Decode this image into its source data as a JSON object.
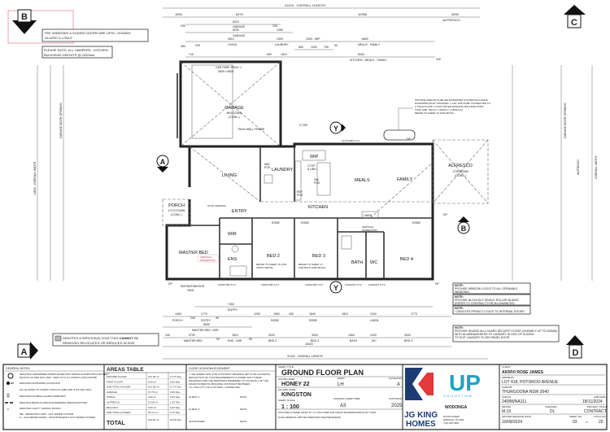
{
  "top_notes": {
    "windows": [
      "FEE WINDOWS & SLIDING DOORS ARE UPVC, DOUBLE",
      "GLAZED & LOW-E"
    ],
    "hampers": [
      "PLEASE NOTE: ALL HAMPERS - KITCHEN",
      "BULKHEAD HEIGHTS @ 2310mm"
    ]
  },
  "markers": {
    "a": "A",
    "b": "B",
    "c": "C",
    "d": "D",
    "y": "Y"
  },
  "dims_top": {
    "overall": "21420 - OVERALL LENGTH",
    "r1": [
      "1600",
      "6470",
      "10350",
      "3000"
    ],
    "alfresco": "ALFRESCO",
    "r2": [
      "230",
      "6010",
      "230"
    ],
    "garage": "GARAGE",
    "r3": [
      "6035",
      "1080"
    ],
    "r4": [
      "360",
      "240",
      "4510",
      "2300",
      "2400 - WIP",
      "6600"
    ],
    "r4_labels": [
      "LIVING",
      "LAUNDRY",
      "MEALS - FAMILY"
    ],
    "r5": [
      "650",
      "1000",
      "750",
      "90"
    ],
    "r6": [
      "710",
      "600",
      "1510",
      "8440",
      "240"
    ],
    "kmf": "KITCHEN - MEALS - FAMILY"
  },
  "dims_bottom": {
    "r1": "7450",
    "entry": "ENTRY",
    "r2": [
      "1960",
      "240",
      "1770",
      "90",
      "1030",
      "1560",
      "450",
      "1840",
      "1810",
      "1200",
      "1770"
    ],
    "r2_labels": [
      "PORCH",
      "ENTRY",
      "ROBE",
      "ROBE",
      "LINEN"
    ],
    "r3": "5630",
    "r3_label": "MASTER BED / WIR",
    "r4": [
      "240",
      "3730",
      "90",
      "1810",
      "90",
      "3000",
      "3000",
      "1660",
      "1200",
      "3000"
    ],
    "r4_labels": [
      "MASTER BED",
      "ENS - WIR",
      "BED 2",
      "BED 3",
      "BATH",
      "WC",
      "BED 4"
    ],
    "r5": "18420",
    "overall": "21420 - OVERALL LENGTH"
  },
  "side_labels": {
    "left_door": "GARAGE DOOR OPENING",
    "left_width": "14800 - OVERALL WIDTH",
    "right_door": "GARAGE DOOR OPENING",
    "right_width": "OVERALL WIDTH",
    "right_alfresco": "ALFRESCO"
  },
  "rooms": {
    "garage": {
      "name": "GARAGE",
      "sub": [
        "86.5 DOWN",
        "(CONC.)"
      ],
      "car": [
        "CAR PARK PROV. 1",
        "3500 x 6500"
      ],
      "frame": "75mm WALL FRAME"
    },
    "living": "LIVING",
    "laundry": "LAUNDRY",
    "wm": [
      "WM",
      "POS"
    ],
    "wip": "WIP",
    "ctop": [
      "CTOP",
      "& UBO"
    ],
    "dw": [
      "DW",
      "POS"
    ],
    "ref": [
      "REF",
      "POS"
    ],
    "meals": "MEALS",
    "family": "FAMILY",
    "alfresco": {
      "name": "ALFRESCO",
      "sub": [
        "1725 DOWN",
        "(CONC.)"
      ]
    },
    "kitchen": "KITCHEN",
    "entry": "ENTRY",
    "stud": "STUD OPENING",
    "porch": {
      "name": "PORCH",
      "sub": [
        "172.5 DOWN",
        "(CONC.)"
      ]
    },
    "master": "MASTER BED",
    "wir": "WIR",
    "ens": "ENS",
    "bed2": "BED 2",
    "bed3": "BED 3",
    "bath": "BATH",
    "wc": "WC",
    "bed4": "BED 4",
    "robe": "ROBE",
    "linen": "LINEN",
    "waterstop": [
      "VERTICAL",
      "WATERSTOP"
    ],
    "bed2_note": [
      "REFER TO SHEET 15 FOR",
      "INSITU DETAIL"
    ],
    "bed3_note": [
      "REFER TO SHEET 17",
      "FOR BATH HOB DETAIL"
    ],
    "hws": [
      "INSTANTANEOUS",
      "HWS"
    ],
    "gtap": "G TAP",
    "dp": "DP",
    "window_codes": [
      "1437x2050 S-T1",
      "1029x1450 S-T1",
      "1209x1450 S-T1",
      "1209x1450 S-T1",
      "1029x610 S-T2",
      "1029x610 S-T2"
    ]
  },
  "rainwater_note": [
    "PROVIDE 2000LTR SLIMLINE RAINWATER SYSTEM INCLUDING",
    "DOWNPIPE INLET STRAINER, 1 TAP, AND PUMP CONNECTED TO",
    "2 TOILETS AND 1 COLD WATER WASHING MACHINE POINT.",
    "TANK SIZE: 600mm x 2000mm x 1860mmH",
    "REFER TO SHEET 16 FOR DETAIL"
  ],
  "right_notes": [
    {
      "title": "NOTE:",
      "lines": [
        "PROVIDE WINDOW LOCKS TO ALL OPENABLE",
        "WINDOWS"
      ]
    },
    {
      "title": "NOTE:",
      "lines": [
        "PROVIDE BLOCKOUT SINGLE ROLLER BLINDS",
        "(REFER TO CONTRACT FOR ALLOWANCES)"
      ]
    },
    {
      "title": "NOTE:",
      "lines": [
        "* DENOTES PRIVACY LOCKS TO INTERNAL DOORS"
      ]
    },
    {
      "title": "NOTE:",
      "lines": [
        "PROVIDE HINGED ALU-GUARD SECURITY DOOR (2040MM X UP TO 920MM)",
        "WITH ALUMINIUM MESH TO LAUNDRY IN LIEU OF SLIDING",
        "TO SUIT LAUNDRY FLUSH PANEL DOOR"
      ]
    }
  ],
  "void_note": {
    "lines": [
      "DENOTES A SERVICE(S) VOID THAT ",
      "REMOVED RELOCATED OR REDUCED IN SIZE"
    ],
    "bold": "CANNOT",
    "tail": " BE"
  },
  "general_notes": {
    "title": "GENERAL NOTES",
    "items": [
      [
        "DENOTES HARDWIRED INTERCONNECTED SMOKE ALARMS WITH BATTERY",
        "BACKUP AS PER NCC 2022 - PART 9.5 & TO COMPLY WITH AS3786"
      ],
      [
        "DENOTES DOWNPIPE LOCATIONS"
      ],
      [
        "ALL GLAZING TO COMPLY WITH AS 1288-2021 & AS 2047-2014"
      ],
      [
        "DENOTES DOUBLE GLAZED WINDOWS"
      ],
      [
        "DENOTES BEAM AS PER ENGINEERING SPECIFICATIONS"
      ],
      [
        "DENOTES CAVITY SLIDING DOORS"
      ],
      [
        "MB - METER BOX        HWS - HOT WATER SYSTEM",
        "G - GAS METER    INHWS - INSTANTANEOUS HOT WATER SYSTEM"
      ]
    ],
    "dp": "DP"
  },
  "areas_table": {
    "title": "AREAS TABLE",
    "rows": [
      {
        "label": "GROUND FLOOR",
        "m2": "161.30 m²",
        "sq": "17.37 SQ+"
      },
      {
        "label": "FIRST FLOOR",
        "m2": "0.00 m²",
        "sq": "0.00 SQ+"
      },
      {
        "label": "SUB TOTAL (FLOOR)",
        "m2": "161.30 m²",
        "sq": "17.37 SQ+"
      },
      {
        "label": "GARAGE",
        "m2": "37.75 m²",
        "sq": "3.96 SQ+"
      },
      {
        "label": "PORCH",
        "m2": "4.62 m²",
        "sq": "0.43 SQ+"
      },
      {
        "label": "ALFRESCO",
        "m2": "12.00 m²",
        "sq": "1.29 SQ+"
      },
      {
        "label": "BALCONY",
        "m2": "0.00 m²",
        "sq": "0.00 SQ+"
      },
      {
        "label": "SUB TOTAL (OTHER)",
        "m2": "53.12 m²",
        "sq": "5.72 SQ+"
      }
    ],
    "total": {
      "label": "TOTAL",
      "m2": "214.52 m²",
      "sq": "23.09 SQ+"
    }
  },
  "client_ack": {
    "title": "CLIENT ACKNOWLEDGEMENT",
    "text": [
      "I / WE AGREE THAT THIS CONTRACT DRAWING SET IS AN ACCURATE",
      "REFLECTION OF OUR REQUIREMENTS & AGREE THAT THESE",
      "DRAWINGS ARE THE DRAWINGS REFERRED TO ON PAGE 1 OF THE",
      "MAJOR DOMESTIC BUILDING CONTRACT BETWEEN",
      "J.G. KING PTY LTD & MYSELF / OURSELVES."
    ],
    "client1": "CLIENT 1:",
    "client2": "CLIENT 2:",
    "builder": "JGK BUILDER:",
    "date": "DATE:"
  },
  "sheet": {
    "title_label": "SHEET TITLE",
    "title": "GROUND FLOOR PLAN",
    "house_label": "HOUSE NAME",
    "house": "HONEY 22",
    "hand_label": "HAND",
    "hand": "LH",
    "category_label": "CATEGORY",
    "category": "A",
    "facade_label": "FACADE NAME",
    "facade": "KINGSTON",
    "scale_label": "SHEET SCALE",
    "scale": "1 : 100",
    "size_label": "ORIGINAL SHEET SIZE",
    "size": "A3",
    "copyright_label": "COPYRIGHT",
    "copyright": "2025",
    "fine1": "THIS HOME IS OWNED SOLELY BY J.G. KING HOMES AND CANNOT BE REPRODUCED IN ANY FORM",
    "fine2": "SCALE DRAWINGS: WRITTEN DIMENSIONS TAKE PRECEDENCE"
  },
  "logo": {
    "up": "UP",
    "collection": "COLLECTION",
    "branch": "WODONGA",
    "brand1": "JG KING",
    "brand2": "HOMES",
    "address": [
      "60 HIGH STREET",
      "WODONGA, VIC 3690",
      "T:(02) 6057 8600"
    ],
    "colors": {
      "navy": "#1d3c74",
      "red": "#e2393b",
      "cyan": "#1ba3c6"
    }
  },
  "client_info": {
    "client_label": "CLIENT",
    "client": "AKRIVI ROSE JAMES",
    "address_label": "ADDRESS",
    "address": "LOT 418, POTOROO AVENUE",
    "suburb_label": "SUBURB",
    "suburb": "THURGOONA NSW 2640",
    "job_label": "JOB NO",
    "job": "2408WNA111",
    "jobdate_label": "JOB DATE",
    "jobdate": "18/11/2024",
    "drawn_label": "DRAWN",
    "drawn": "M.15",
    "checked_label": "CHECKED",
    "checked": "DL",
    "stage_label": "PROJECT STAGE",
    "stage": "CONTRACT",
    "release_label": "MASTER RELEASE DATE",
    "release": "10/09/2024",
    "sheet_label": "SHEET NO",
    "sheet": "03",
    "of": "of",
    "total_label": "TOTAL NO",
    "total": "20"
  }
}
